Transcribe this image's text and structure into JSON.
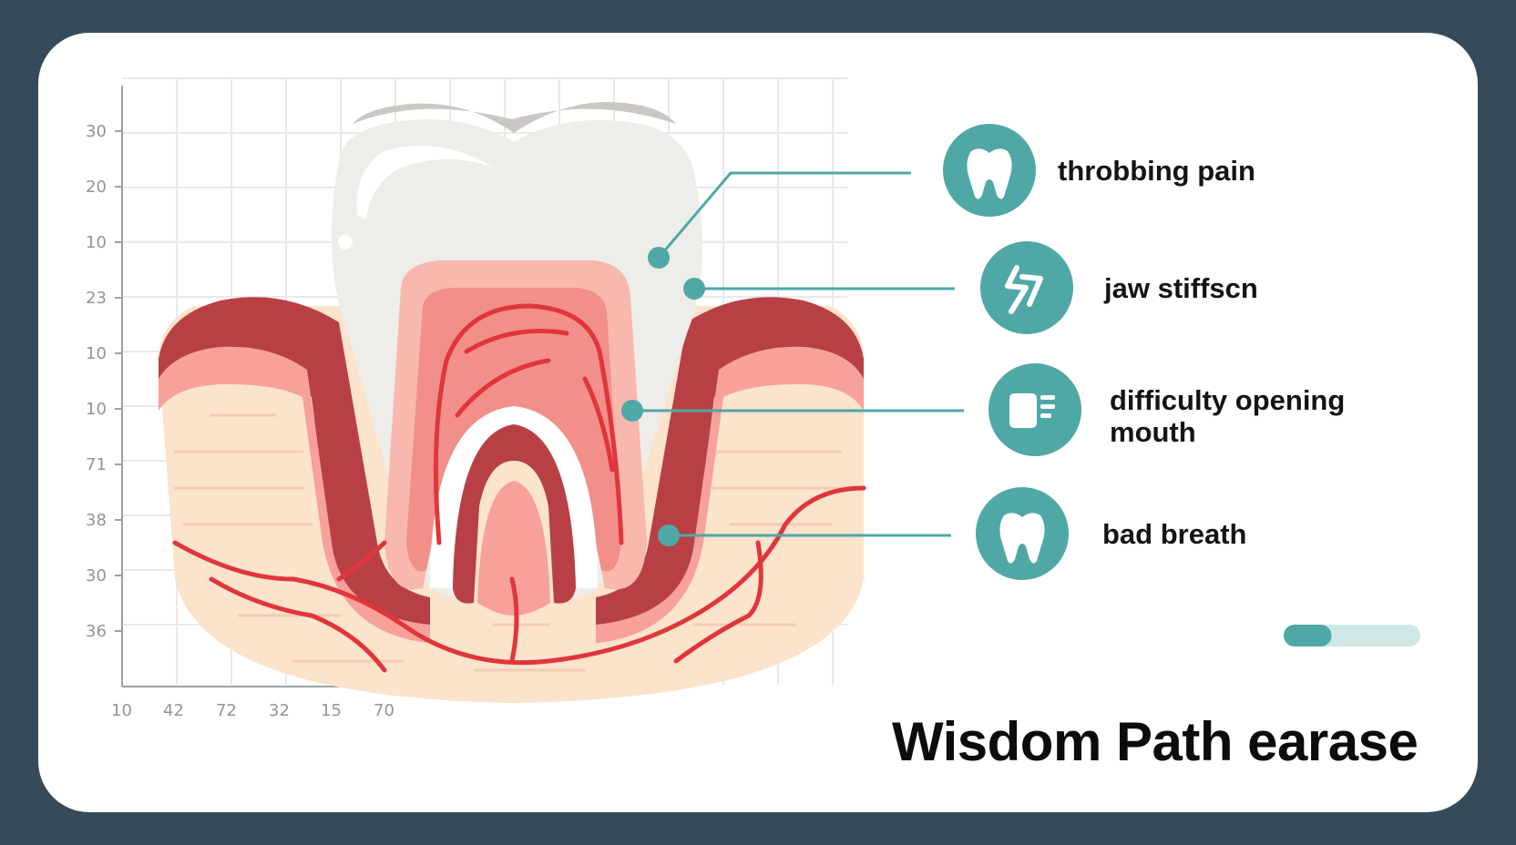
{
  "title": "Wisdom Path earase",
  "colors": {
    "background": "#364b59",
    "card": "#ffffff",
    "accent": "#4fa8a6",
    "gum_dark": "#b84045",
    "gum_pink": "#f7a19a",
    "nerve_red": "#e0363b",
    "bone": "#fbe3cc",
    "enamel": "#ededea",
    "progress_track": "#cfe8e7"
  },
  "axis": {
    "y_ticks": [
      "30",
      "20",
      "10",
      "23",
      "10",
      "10",
      "71",
      "38",
      "30",
      "36"
    ],
    "x_ticks": [
      "10",
      "42",
      "72",
      "32",
      "15",
      "70"
    ]
  },
  "symptoms": [
    {
      "label": "throbbing pain",
      "icon": "tooth-icon"
    },
    {
      "label": "jaw stiffscn",
      "icon": "zigzag-icon"
    },
    {
      "label": "difficulty opening",
      "label2": "mouth",
      "icon": "open-mouth-icon"
    },
    {
      "label": "bad breath",
      "icon": "tooth-icon"
    }
  ],
  "progress": {
    "value": 0.35
  }
}
